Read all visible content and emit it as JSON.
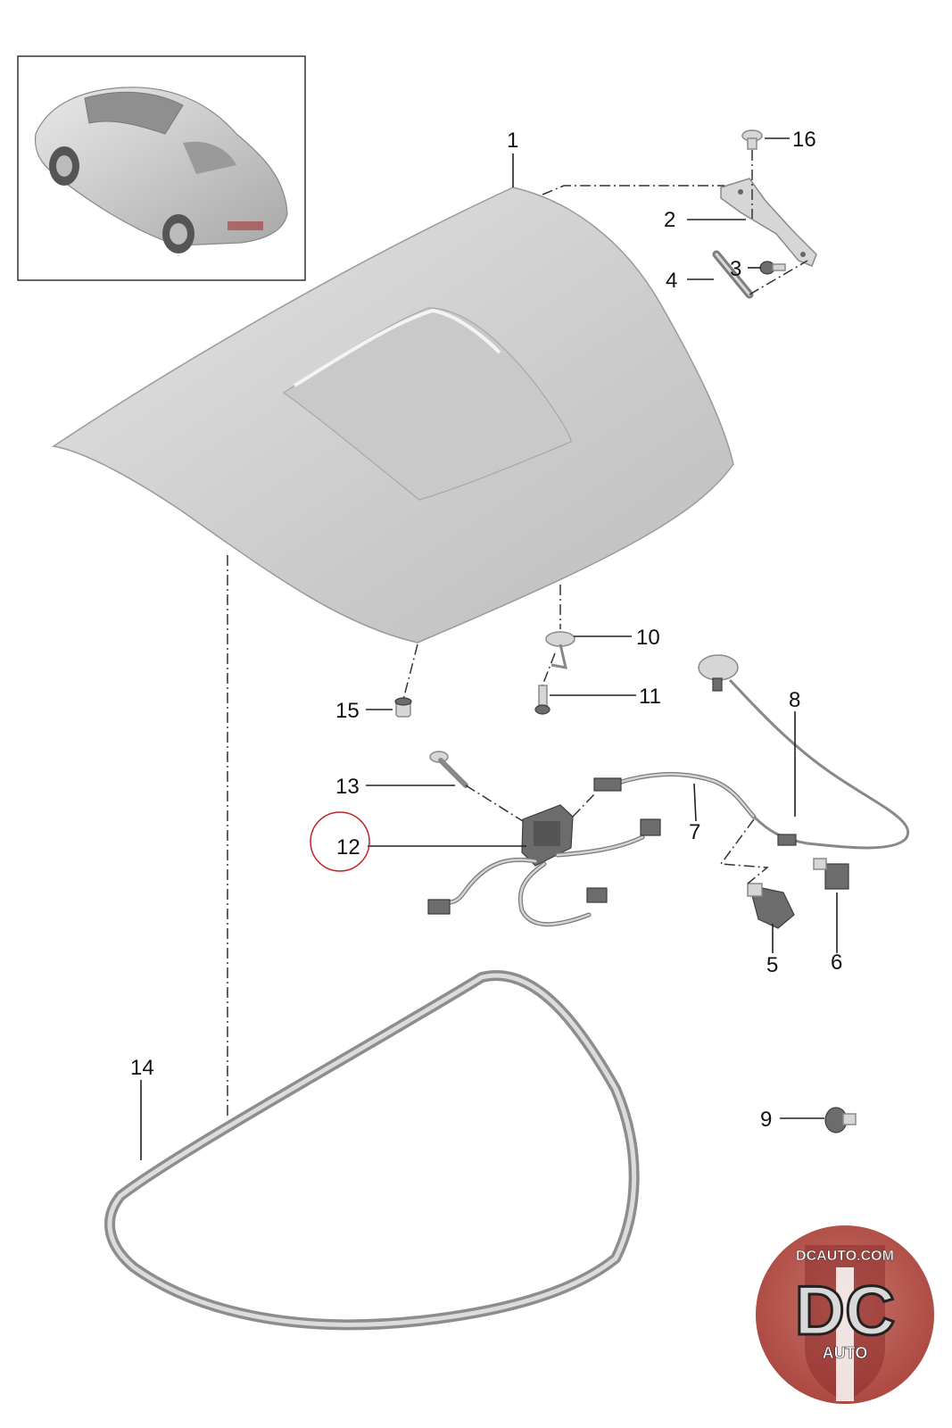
{
  "callouts": {
    "c1": "1",
    "c2": "2",
    "c3": "3",
    "c4": "4",
    "c5": "5",
    "c6": "6",
    "c7": "7",
    "c8": "8",
    "c9": "9",
    "c10": "10",
    "c11": "11",
    "c12": "12",
    "c13": "13",
    "c14": "14",
    "c15": "15",
    "c16": "16"
  },
  "logo": {
    "top_text": "DCAUTO.COM",
    "big_text": "DC",
    "bottom_text": "AUTO"
  },
  "colors": {
    "highlight_circle": "#c0262c",
    "logo_red": "#b5342f",
    "part_gray": "#d6d6d6"
  }
}
